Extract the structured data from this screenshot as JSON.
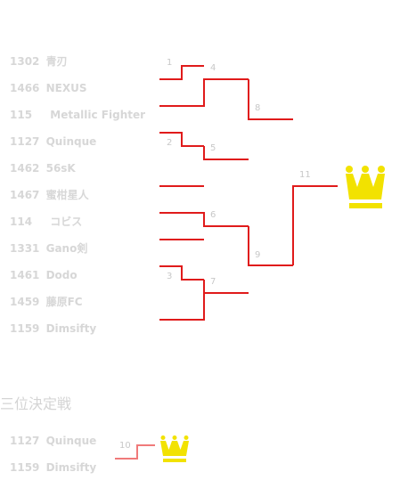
{
  "colors": {
    "line": "#e01b1b",
    "line_light": "#f07a7a",
    "text": "#d7d7d7",
    "crown": "#f2e200"
  },
  "teams": [
    {
      "seed": "1302",
      "name": "青刃"
    },
    {
      "seed": "1466",
      "name": "NEXUS"
    },
    {
      "seed": "115",
      "name": "Metallic Fighter"
    },
    {
      "seed": "1127",
      "name": "Quinque"
    },
    {
      "seed": "1462",
      "name": "56sK"
    },
    {
      "seed": "1467",
      "name": "蜜柑星人"
    },
    {
      "seed": "114",
      "name": "コビス"
    },
    {
      "seed": "1331",
      "name": "Gano剣"
    },
    {
      "seed": "1461",
      "name": "Dodo"
    },
    {
      "seed": "1459",
      "name": "藤原FC"
    },
    {
      "seed": "1159",
      "name": "Dimsifty"
    }
  ],
  "match_numbers": [
    "1",
    "4",
    "8",
    "2",
    "5",
    "11",
    "6",
    "9",
    "3",
    "7",
    "10"
  ],
  "third_place": {
    "title": "三位決定戦",
    "teams": [
      {
        "seed": "1127",
        "name": "Quinque"
      },
      {
        "seed": "1159",
        "name": "Dimsifty"
      }
    ]
  },
  "icons": {
    "champion": "crown-icon",
    "third_place": "crown-icon"
  }
}
